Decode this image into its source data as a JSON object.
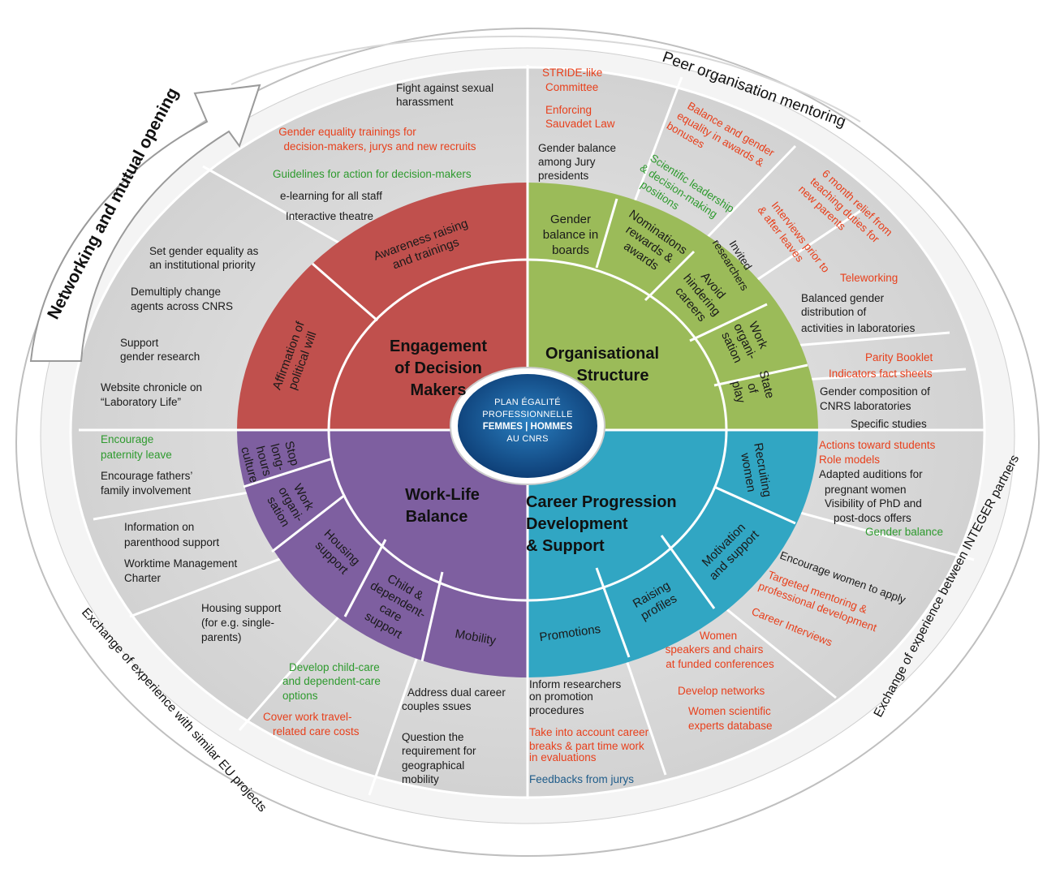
{
  "center": {
    "line1": "PLAN ÉGALITÉ",
    "line2": "PROFESSIONNELLE",
    "line3": "FEMMES | HOMMES",
    "line4": "AU CNRS"
  },
  "outer_labels": {
    "networking": "Networking and mutual opening",
    "peer": "Peer organisation mentoring",
    "exchange_eu": "Exchange of experience with similar EU projects",
    "exchange_integer": "Exchange of experience between INTEGER partners"
  },
  "colors": {
    "engagement": "#c0504d",
    "organisational": "#9bbb59",
    "career": "#31a6c3",
    "worklife": "#7e5fa0",
    "green_text": "#2e9a2e",
    "red_text": "#e8401c",
    "blue_text": "#1f5c8a"
  },
  "categories": {
    "engagement": [
      "Engagement",
      "of Decision",
      "Makers"
    ],
    "organisational": [
      "Organisational",
      "Structure"
    ],
    "worklife": [
      "Work-Life",
      "Balance"
    ],
    "career": [
      "Career Progression",
      "Development",
      "& Support"
    ]
  },
  "subcategories": {
    "awareness": [
      "Awareness raising",
      "and trainings"
    ],
    "affirmation": [
      "Affirmation of",
      "political will"
    ],
    "gender_balance_boards": [
      "Gender",
      "balance in",
      "boards"
    ],
    "nominations": [
      "Nominations",
      "rewards &",
      "awards"
    ],
    "avoid_hindering": [
      "Avoid",
      "hindering",
      "careers"
    ],
    "work_org_os": [
      "Work",
      "organi-",
      "sation"
    ],
    "state_of_play": [
      "State",
      "of",
      "play"
    ],
    "recruiting": [
      "Recruiting",
      "women"
    ],
    "motivation": [
      "Motivation",
      "and support"
    ],
    "raising_profiles": [
      "Raising",
      "profiles"
    ],
    "promotions": [
      "Promotions"
    ],
    "mobility": [
      "Mobility"
    ],
    "child_care": [
      "Child &",
      "dependent-",
      "care",
      "support"
    ],
    "housing": [
      "Housing",
      "support"
    ],
    "work_org_wl": [
      "Work",
      "organi-",
      "sation"
    ],
    "stop_long_hours": [
      "Stop",
      "long-",
      "hours",
      "culture"
    ]
  },
  "actions": {
    "a1": [
      "Fight against sexual",
      "harassment"
    ],
    "a2": [
      "Gender equality trainings for",
      "decision-makers, jurys and new recruits"
    ],
    "a3": [
      "Guidelines for action for decision-makers"
    ],
    "a4": [
      "e-learning for all staff"
    ],
    "a5": [
      "Interactive theatre"
    ],
    "a6": [
      "Set gender equality as",
      "an institutional priority"
    ],
    "a7": [
      "Demultiply change",
      "agents across CNRS"
    ],
    "a8": [
      "Support",
      "gender research"
    ],
    "a9": [
      "Website chronicle on",
      "“Laboratory Life”"
    ],
    "b1": [
      "STRIDE-like",
      "Committee"
    ],
    "b2": [
      "Enforcing",
      "Sauvadet Law"
    ],
    "b3": [
      "Gender balance",
      "among Jury",
      "presidents"
    ],
    "b4": [
      "Balance and gender",
      "equality in awards &",
      "bonuses"
    ],
    "b5": [
      "Scientific leadership",
      "& decision-making",
      "positions"
    ],
    "b6": [
      "6 month relief from",
      "teaching duties for",
      "new parents"
    ],
    "b7": [
      "Interviews prior to",
      "& after leaves"
    ],
    "b8": [
      "Invited",
      "researchers"
    ],
    "b9": [
      "Teleworking"
    ],
    "b10": [
      "Balanced gender",
      "distribution of",
      "activities in laboratories"
    ],
    "b11": [
      "Parity Booklet"
    ],
    "b12": [
      "Indicators fact sheets"
    ],
    "b13": [
      "Gender composition of",
      "CNRS laboratories"
    ],
    "b14": [
      "Specific studies"
    ],
    "c1": [
      "Actions toward students"
    ],
    "c2": [
      "Role models"
    ],
    "c3": [
      "Adapted auditions for",
      "pregnant women"
    ],
    "c4": [
      "Visibility of PhD and",
      "post-docs offers"
    ],
    "c5": [
      "Gender balance"
    ],
    "c6": [
      "Encourage women to apply"
    ],
    "c7": [
      "Targeted mentoring &",
      "professional development"
    ],
    "c8": [
      "Career Interviews"
    ],
    "c9": [
      "Women",
      "speakers and chairs",
      "at funded conferences"
    ],
    "c10": [
      "Develop networks"
    ],
    "c11": [
      "Women scientific",
      "experts database"
    ],
    "c12": [
      "Inform researchers",
      "on promotion",
      "procedures"
    ],
    "c13": [
      "Take into account career",
      "breaks & part time work",
      "in evaluations"
    ],
    "c14": [
      "Feedbacks from jurys"
    ],
    "d1": [
      "Encourage",
      "paternity leave"
    ],
    "d2": [
      "Encourage fathers’",
      "family involvement"
    ],
    "d3": [
      "Information on",
      "parenthood support"
    ],
    "d4": [
      "Worktime Management",
      "Charter"
    ],
    "d5": [
      "Housing support",
      "(for e.g. single-",
      "parents)"
    ],
    "d6": [
      "Develop child-care",
      "and dependent-care",
      "options"
    ],
    "d7": [
      "Cover work travel-",
      "related care costs"
    ],
    "d8": [
      "Address dual career",
      "couples ssues"
    ],
    "d9": [
      "Question the",
      "requirement for",
      "geographical",
      "mobility"
    ]
  }
}
